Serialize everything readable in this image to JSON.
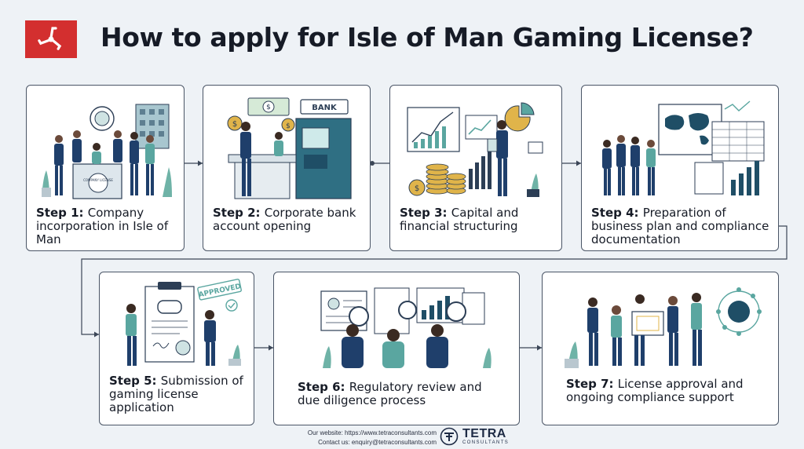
{
  "header": {
    "title": "How to apply for Isle of Man Gaming License?",
    "flag_icon": "isle-of-man-triskelion-flag",
    "flag_color": "#d32f2f"
  },
  "steps": [
    {
      "step": "Step 1:",
      "text": "Company incorporation in Isle of Man",
      "sign_text": "COMPANY LICENSE"
    },
    {
      "step": "Step 2:",
      "text": "Corporate bank account opening",
      "sign_text": "BANK"
    },
    {
      "step": "Step 3:",
      "text": "Capital and financial structuring"
    },
    {
      "step": "Step 4:",
      "text": "Preparation of business plan and compliance documentation"
    },
    {
      "step": "Step 5:",
      "text": "Submission of gaming license application",
      "stamp_text": "APPROVED"
    },
    {
      "step": "Step 6:",
      "text": "Regulatory review and due diligence process"
    },
    {
      "step": "Step 7:",
      "text": "License approval and ongoing compliance support"
    }
  ],
  "footer": {
    "website": "Our website: https://www.tetraconsultants.com",
    "contact": "Contact us: enquiry@tetraconsultants.com",
    "logo_text": "TETRA",
    "logo_subtext": "CONSULTANTS"
  },
  "colors": {
    "accent_teal": "#5aa6a0",
    "navy": "#1f3f6b",
    "gold": "#e0b44a",
    "card_border": "#4a5566"
  }
}
